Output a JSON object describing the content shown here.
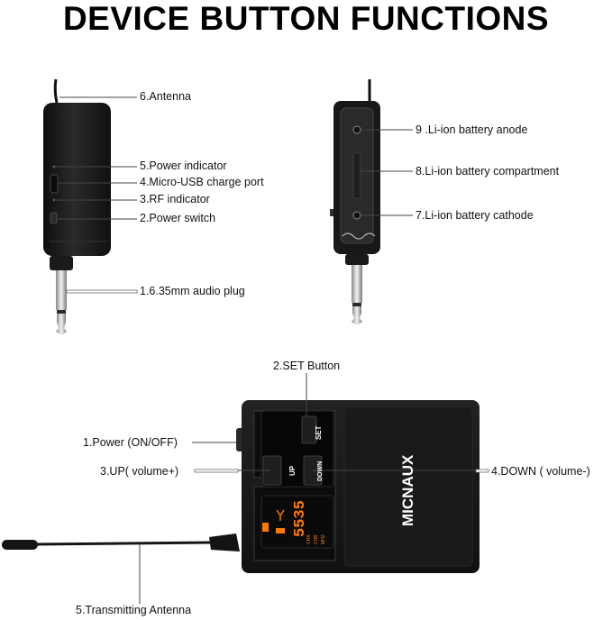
{
  "title": "DEVICE BUTTON FUNCTIONS",
  "receiver_labels": {
    "antenna": "6.Antenna",
    "power_indicator": "5.Power indicator",
    "usb_port": "4.Micro-USB charge port",
    "rf_indicator": "3.RF indicator",
    "power_switch": "2.Power switch",
    "audio_plug": "1.6.35mm audio plug"
  },
  "battery_labels": {
    "anode": "9 .Li-ion battery anode",
    "compartment": "8.Li-ion battery compartment",
    "cathode": "7.Li-ion battery cathode"
  },
  "transmitter_labels": {
    "set_button": "2.SET Button",
    "power": "1.Power (ON/OFF)",
    "up": "3.UP( volume+)",
    "down": "4.DOWN ( volume-)",
    "antenna": "5.Transmitting Antenna"
  },
  "device": {
    "brand": "MICNAUX",
    "set_text": "SET",
    "up_text": "UP",
    "down_text": "DOWN",
    "display_digits": "5535",
    "channel_labels": [
      "CHA",
      "CHB",
      "MHZ"
    ]
  },
  "colors": {
    "device_body": "#1c1c1c",
    "display": "#ff7a00",
    "leader_line": "#444444"
  }
}
